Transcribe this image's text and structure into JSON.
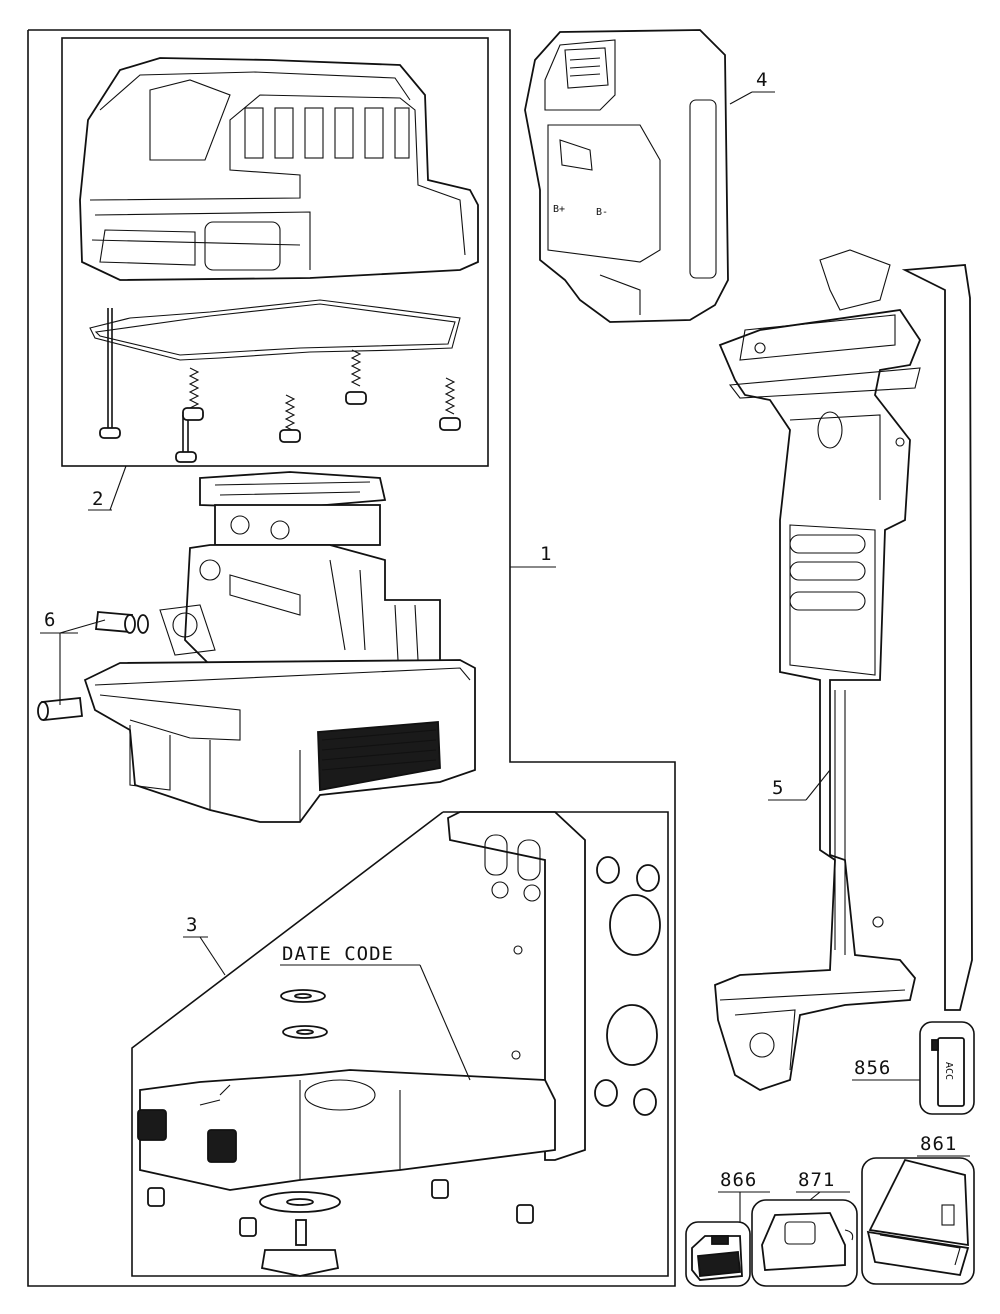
{
  "callouts": {
    "c1": "1",
    "c2": "2",
    "c3": "3",
    "c4": "4",
    "c5": "5",
    "c6": "6",
    "c856": "856",
    "c861": "861",
    "c866": "866",
    "c871": "871"
  },
  "annotations": {
    "date_code": "DATE CODE",
    "acc_label": "ACC"
  }
}
